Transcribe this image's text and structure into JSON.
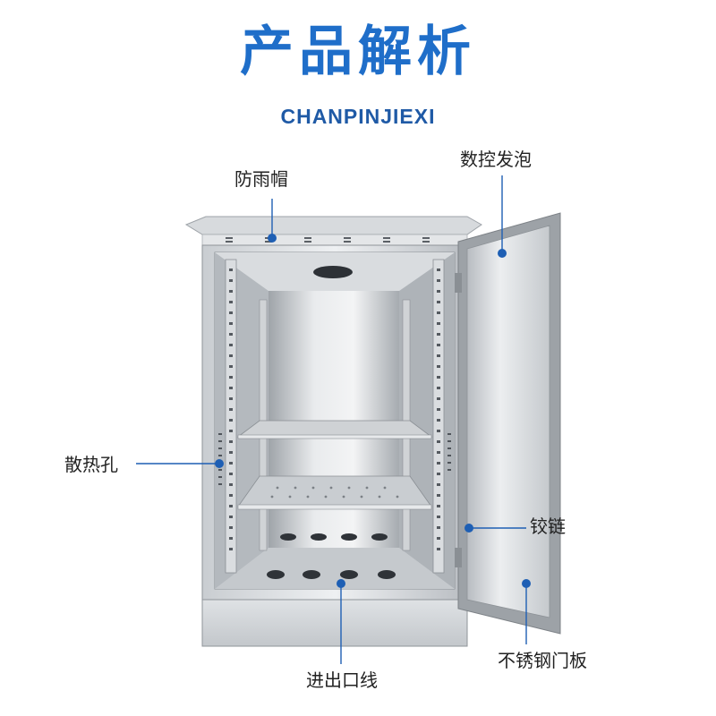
{
  "header": {
    "title": "产品解析",
    "subtitle": "CHANPINJIEXI"
  },
  "callouts": {
    "rain_hood": "防雨帽",
    "cnc_foam": "数控发泡",
    "vent_holes": "散热孔",
    "hinge": "铰链",
    "door_panel": "不锈钢门板",
    "cable_entry": "进出口线"
  },
  "colors": {
    "title_blue": "#1f6ec9",
    "callout_blue": "#1e5fb4",
    "steel_light": "#e6e8ea",
    "steel_dark": "#9a9ea3"
  }
}
